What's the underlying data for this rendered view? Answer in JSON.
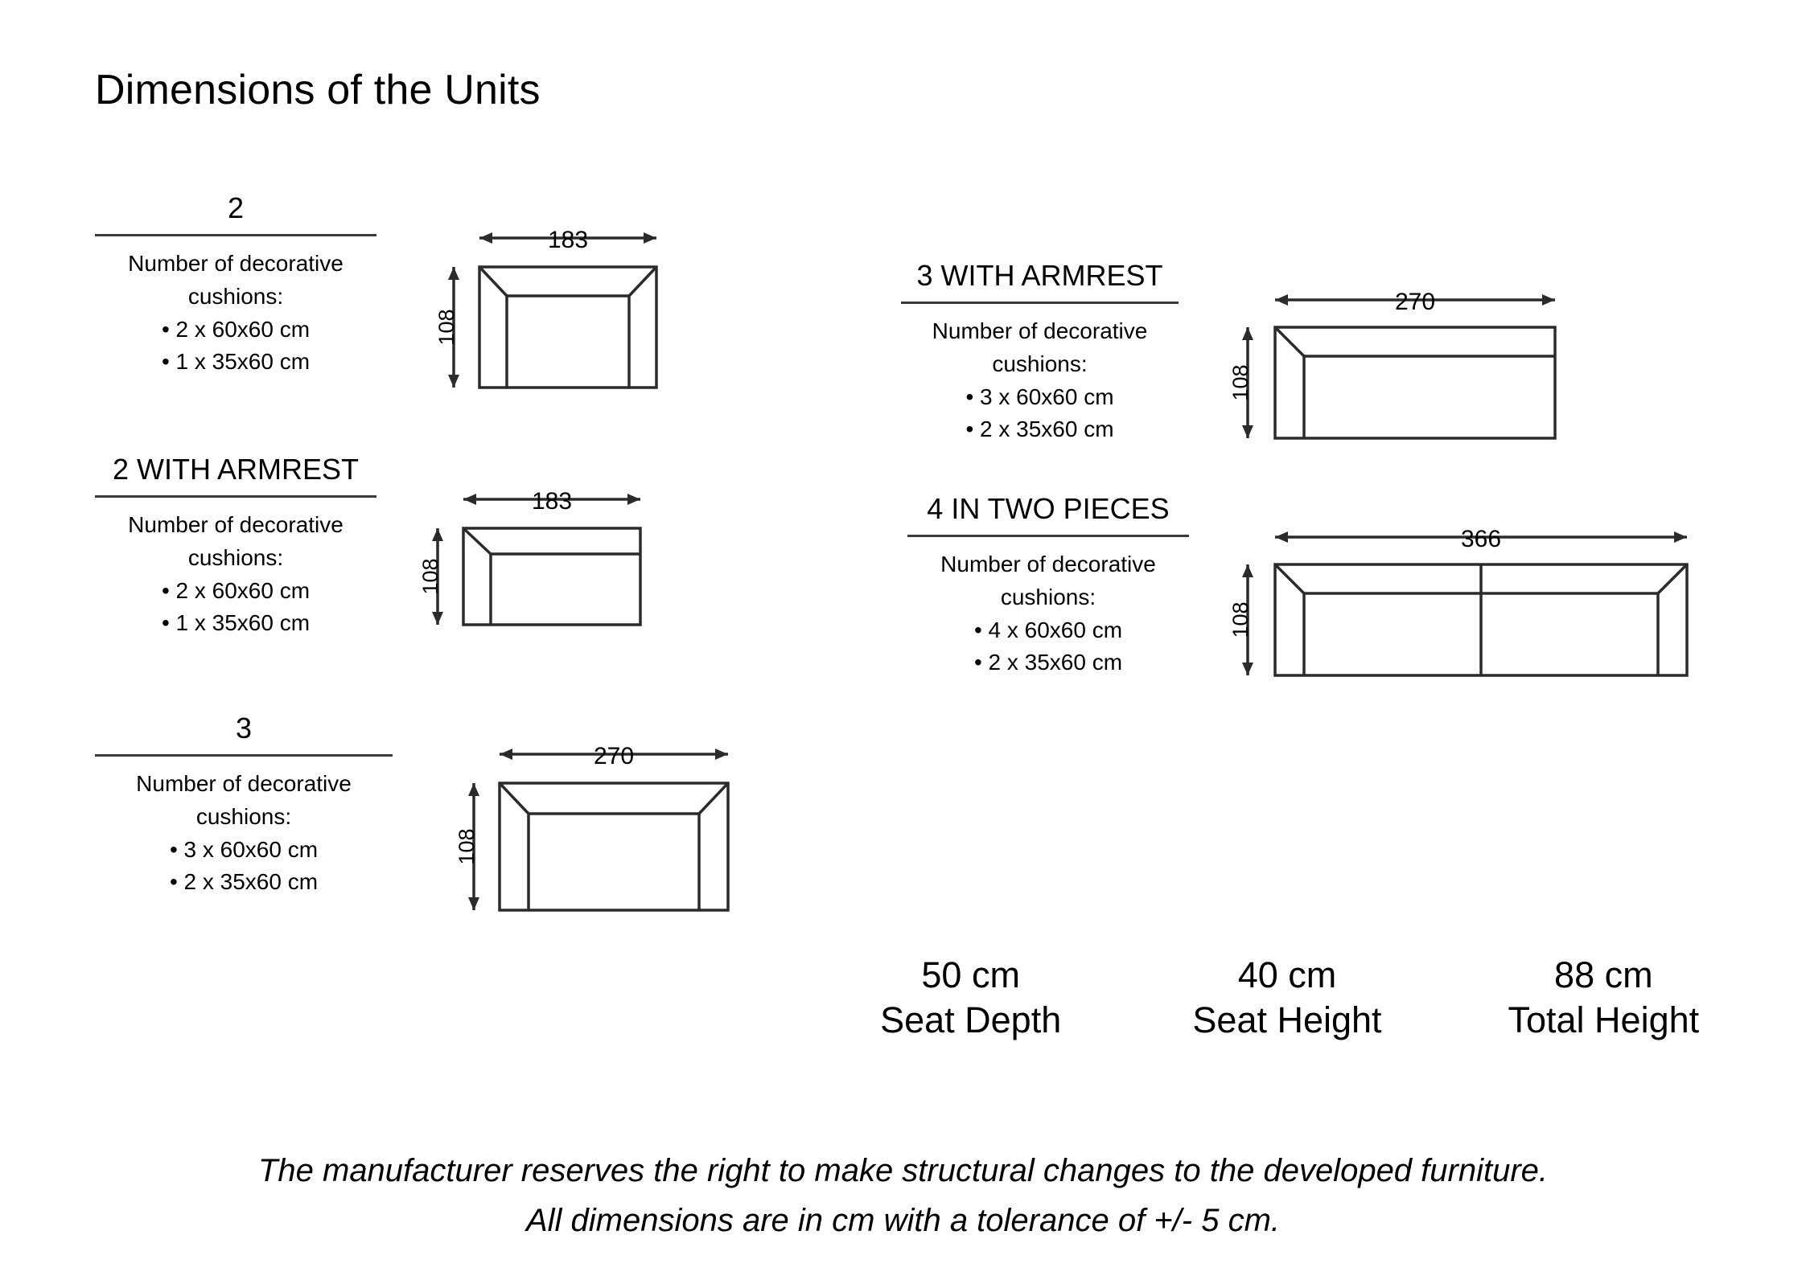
{
  "title": "Dimensions of the Units",
  "cushions_intro_line1": "Number of decorative",
  "cushions_intro_line2": "cushions:",
  "units": [
    {
      "name": "2",
      "heading": "2",
      "cushion_items": [
        "• 2 x 60x60 cm",
        "• 1 x 35x60 cm"
      ],
      "width_label": "183",
      "height_label": "108",
      "armrests": "both",
      "divider": false
    },
    {
      "name": "2 WITH ARMREST",
      "heading": "2 WITH ARMREST",
      "cushion_items": [
        "• 2 x 60x60 cm",
        "• 1 x 35x60 cm"
      ],
      "width_label": "183",
      "height_label": "108",
      "armrests": "left",
      "divider": false
    },
    {
      "name": "3",
      "heading": "3",
      "cushion_items": [
        "• 3 x 60x60 cm",
        "• 2 x 35x60 cm"
      ],
      "width_label": "270",
      "height_label": "108",
      "armrests": "both",
      "divider": false
    },
    {
      "name": "3 WITH ARMREST",
      "heading": "3 WITH ARMREST",
      "cushion_items": [
        "• 3 x 60x60 cm",
        "• 2 x 35x60 cm"
      ],
      "width_label": "270",
      "height_label": "108",
      "armrests": "left",
      "divider": false
    },
    {
      "name": "4 IN TWO PIECES",
      "heading": "4 IN TWO PIECES",
      "cushion_items": [
        "• 4 x 60x60 cm",
        "• 2 x 35x60 cm"
      ],
      "width_label": "366",
      "height_label": "108",
      "armrests": "both",
      "divider": true
    }
  ],
  "stats": [
    {
      "value": "50 cm",
      "label": "Seat Depth"
    },
    {
      "value": "40 cm",
      "label": "Seat Height"
    },
    {
      "value": "88 cm",
      "label": "Total Height"
    }
  ],
  "disclaimer": {
    "line1": "The manufacturer reserves the right to make structural changes to the developed furniture.",
    "line2": "All dimensions are in cm with a tolerance of +/- 5 cm."
  },
  "colors": {
    "ink": "#000000",
    "rule": "#3a3a3a",
    "line": "#2b2b2b"
  }
}
